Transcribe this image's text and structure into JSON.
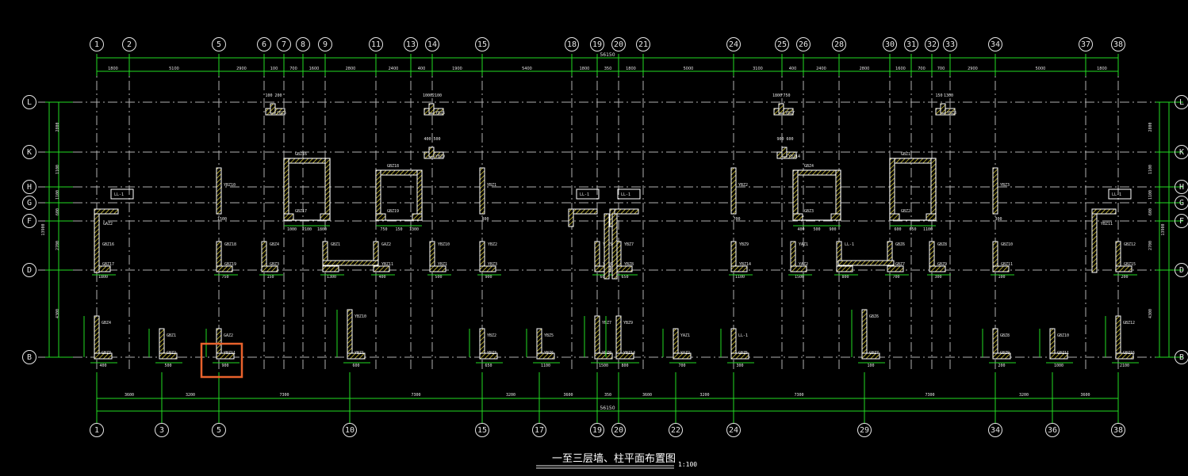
{
  "drawing": {
    "title": "一至三层墙、柱平面布置图",
    "scale": "1:100",
    "total_dimension": "56150",
    "highlight_color": "#e8622c",
    "line_color": "#22dd22",
    "hatch_color": "#d4c63a"
  },
  "top_axes": [
    "1",
    "2",
    "5",
    "6",
    "7",
    "8",
    "9",
    "11",
    "13",
    "14",
    "15",
    "18",
    "19",
    "20",
    "21",
    "24",
    "25",
    "26",
    "28",
    "30",
    "31",
    "32",
    "33",
    "34",
    "37",
    "38"
  ],
  "bottom_axes": [
    "1",
    "3",
    "5",
    "10",
    "15",
    "17",
    "19",
    "20",
    "22",
    "24",
    "29",
    "34",
    "36",
    "38"
  ],
  "row_axes": [
    "L",
    "K",
    "H",
    "G",
    "F",
    "D",
    "B"
  ],
  "top_dims": [
    "1800",
    "5100",
    "2900",
    "100",
    "700",
    "1600",
    "2800",
    "2400",
    "400",
    "1900",
    "5400",
    "1800",
    "350",
    "1800",
    "5000",
    "3100",
    "400",
    "2400",
    "2800",
    "1600",
    "700",
    "700",
    "2900",
    "5000",
    "1800"
  ],
  "bottom_dims": [
    "3600",
    "3200",
    "7300",
    "7300",
    "3200",
    "3600",
    "350",
    "3600",
    "3200",
    "7300",
    "7300",
    "3200",
    "3600"
  ],
  "left_dims": [
    "2800",
    "1100",
    "1100",
    "600",
    "2700",
    "4300"
  ],
  "left_totals": [
    "13900"
  ],
  "wall_tags": [
    "GBZ4",
    "GBZ3",
    "GBZ1",
    "GBZ2",
    "GAZ2",
    "YBZ11",
    "YBZ10",
    "YBZ1",
    "YBZ2",
    "YBZ3",
    "YBZ5",
    "YBZ6",
    "YBZ7",
    "YBZ8",
    "YBZ9",
    "YBZ14",
    "YAZ1",
    "YAZ2",
    "LL-1",
    "GBZ5",
    "GBZ6",
    "GBZ7",
    "GBZ8",
    "GBZ9",
    "GBZ10",
    "GBZ11",
    "GBZ12",
    "GBZ15",
    "GBZ16",
    "GBZ17",
    "GBZ18",
    "GBZ19"
  ],
  "small_dims": [
    "400",
    "500",
    "900",
    "600",
    "650",
    "1100",
    "1500",
    "800",
    "700",
    "300",
    "100",
    "200",
    "1000",
    "2100",
    "1800",
    "750",
    "150",
    "1300"
  ]
}
